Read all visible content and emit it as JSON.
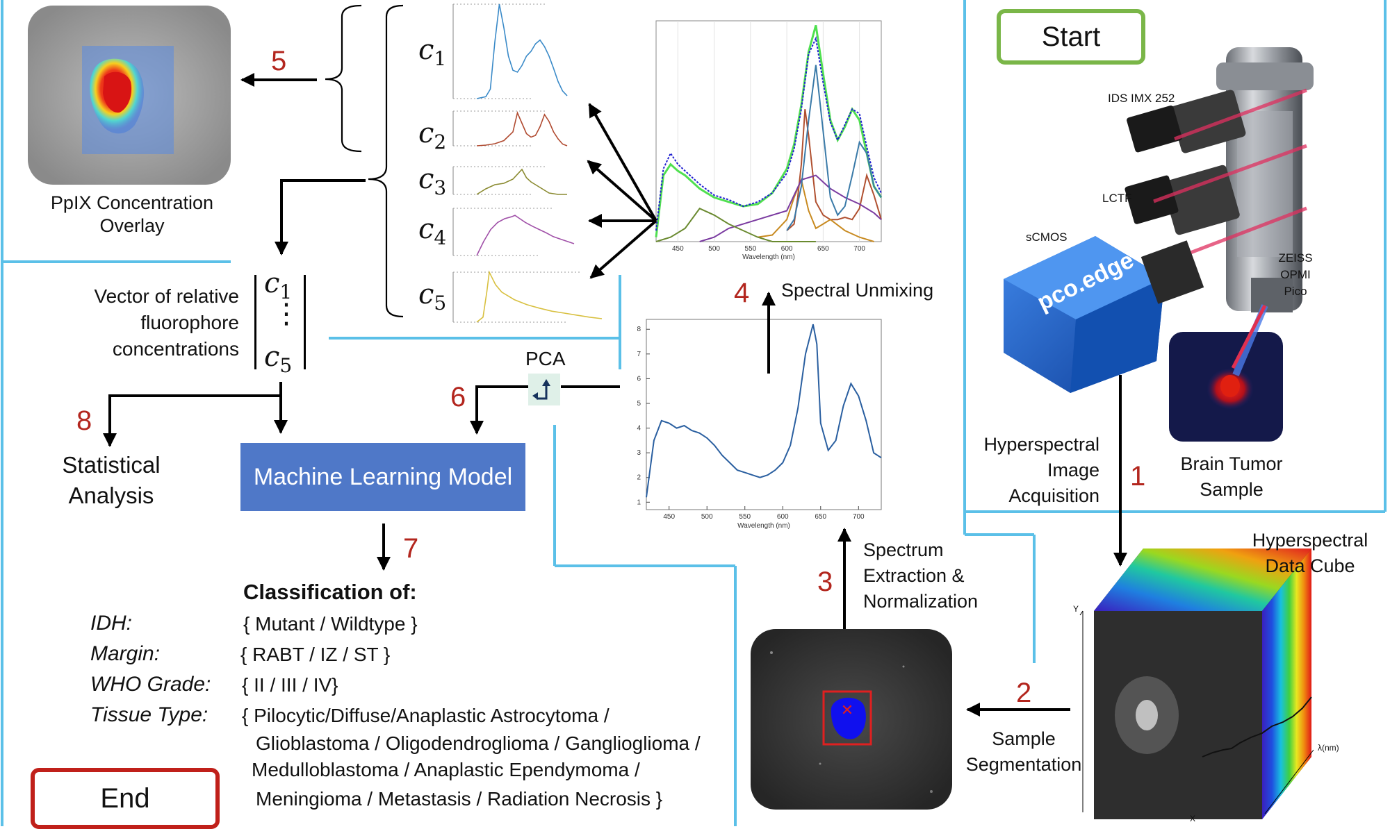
{
  "start_label": "Start",
  "end_label": "End",
  "ppix_overlay_label": [
    "PpIX Concentration",
    "Overlay"
  ],
  "camera_labels": {
    "ids": "IDS IMX 252",
    "lctf": "LCTF",
    "scmos": "sCMOS",
    "zeiss": [
      "ZEISS",
      "OPMI",
      "Pico"
    ]
  },
  "camera_brand": "pco.edge",
  "brain_sample_label": [
    "Brain Tumor",
    "Sample"
  ],
  "acquisition_label": [
    "Hyperspectral",
    "Image",
    "Acquisition"
  ],
  "data_cube_label": [
    "Hyperspectral",
    "Data Cube"
  ],
  "cube_axes": {
    "y": "Y",
    "x": "X",
    "lambda": "λ(nm)"
  },
  "segmentation_label": [
    "Sample",
    "Segmentation"
  ],
  "spectrum_extraction_label": [
    "Spectrum",
    "Extraction &",
    "Normalization"
  ],
  "spectral_unmixing_label": "Spectral Unmixing",
  "pca_label": "PCA",
  "vector_label": [
    "Vector of relative",
    "fluorophore",
    "concentrations"
  ],
  "statistical_analysis_label": [
    "Statistical",
    "Analysis"
  ],
  "ml_model_label": "Machine Learning Model",
  "classification_title": "Classification of:",
  "classification_rows": [
    {
      "key": "IDH:",
      "value": "{ Mutant / Wildtype }"
    },
    {
      "key": "Margin:",
      "value": "{ RABT / IZ / ST }"
    },
    {
      "key": "WHO Grade:",
      "value": "{ II / III / IV}"
    },
    {
      "key": "Tissue Type:",
      "value": "{ Pilocytic/Diffuse/Anaplastic Astrocytoma /"
    }
  ],
  "tissue_type_continuation": [
    "Glioblastoma / Oligodendroglioma / Ganglioglioma /",
    "Medulloblastoma / Anaplastic Ependymoma /",
    "Meningioma / Metastasis / Radiation Necrosis }"
  ],
  "step_numbers": [
    "1",
    "2",
    "3",
    "4",
    "5",
    "6",
    "7",
    "8"
  ],
  "component_labels": [
    "c",
    "c",
    "c",
    "c",
    "c"
  ],
  "component_subscripts": [
    "1",
    "2",
    "3",
    "4",
    "5"
  ],
  "vector_entries": {
    "top": "c",
    "top_sub": "1",
    "bottom": "c",
    "bottom_sub": "5",
    "dots": "⋮"
  },
  "colors": {
    "step_number": "#b3261e",
    "panel_divider": "#5bc0e8",
    "start_border": "#7ab648",
    "end_border": "#c0201a",
    "ml_box": "#4f78c8",
    "camera_blue": "#1a62c8"
  },
  "chart_data": [
    {
      "type": "line",
      "title": "",
      "xlabel": "Wavelength (nm)",
      "ylabel": "",
      "x_ticks": [
        450,
        500,
        550,
        600,
        650,
        700
      ],
      "y_ticks": [
        1,
        2,
        3,
        4,
        5,
        6,
        7,
        8
      ],
      "xlim": [
        420,
        730
      ],
      "ylim": [
        0.7,
        8.4
      ],
      "series": [
        {
          "x": [
            420,
            430,
            440,
            450,
            460,
            470,
            480,
            490,
            500,
            510,
            520,
            530,
            540,
            550,
            560,
            570,
            580,
            590,
            600,
            610,
            620,
            630,
            640,
            645,
            650,
            660,
            670,
            680,
            690,
            700,
            710,
            720,
            730
          ],
          "y": [
            1.2,
            3.5,
            4.3,
            4.2,
            4.0,
            4.1,
            3.9,
            3.8,
            3.6,
            3.3,
            2.9,
            2.6,
            2.3,
            2.2,
            2.1,
            2.0,
            2.1,
            2.3,
            2.6,
            3.3,
            4.8,
            7.0,
            8.2,
            7.4,
            4.2,
            3.1,
            3.5,
            4.9,
            5.8,
            5.3,
            4.3,
            3.0,
            2.8
          ]
        }
      ]
    },
    {
      "type": "line",
      "title": "",
      "xlabel": "Wavelength (nm)",
      "ylabel": "",
      "x_ticks": [
        450,
        500,
        550,
        600,
        650,
        700
      ],
      "xlim": [
        420,
        730
      ],
      "ylim": [
        0,
        1
      ],
      "series": [
        {
          "x": [
            420,
            430,
            440,
            450,
            460,
            480,
            500,
            520,
            540,
            560,
            580,
            600,
            610,
            620,
            630,
            640,
            650,
            660,
            670,
            680,
            690,
            700,
            710,
            720,
            730
          ],
          "y": [
            0.02,
            0.3,
            0.35,
            0.32,
            0.3,
            0.24,
            0.2,
            0.18,
            0.16,
            0.17,
            0.22,
            0.33,
            0.44,
            0.62,
            0.86,
            0.98,
            0.76,
            0.55,
            0.46,
            0.52,
            0.6,
            0.55,
            0.4,
            0.25,
            0.2
          ]
        },
        {
          "x": [
            420,
            430,
            440,
            450,
            460,
            480,
            500,
            520,
            540,
            560,
            580,
            600,
            610,
            620,
            630,
            640,
            650,
            660,
            670,
            680,
            690,
            700,
            710,
            720,
            730
          ],
          "y": [
            0.05,
            0.33,
            0.4,
            0.35,
            0.32,
            0.26,
            0.21,
            0.19,
            0.16,
            0.18,
            0.22,
            0.31,
            0.42,
            0.6,
            0.85,
            0.92,
            0.72,
            0.54,
            0.46,
            0.53,
            0.6,
            0.58,
            0.43,
            0.29,
            0.22
          ]
        },
        {
          "x": [
            600,
            610,
            615,
            620,
            625,
            630,
            640,
            650,
            660,
            670,
            680,
            690,
            700,
            710,
            720,
            730
          ],
          "y": [
            0.05,
            0.08,
            0.2,
            0.35,
            0.6,
            0.48,
            0.18,
            0.12,
            0.1,
            0.1,
            0.11,
            0.1,
            0.15,
            0.3,
            0.21,
            0.1
          ]
        },
        {
          "x": [
            560,
            580,
            600,
            610,
            620,
            630,
            640,
            650,
            660,
            680,
            700,
            720
          ],
          "y": [
            0.02,
            0.03,
            0.1,
            0.2,
            0.28,
            0.14,
            0.06,
            0.08,
            0.1,
            0.05,
            0.02,
            0.0
          ]
        },
        {
          "x": [
            480,
            500,
            520,
            540,
            560,
            580,
            600,
            620,
            640,
            660,
            680,
            700,
            720,
            730
          ],
          "y": [
            0.0,
            0.02,
            0.06,
            0.08,
            0.1,
            0.12,
            0.14,
            0.28,
            0.3,
            0.24,
            0.2,
            0.17,
            0.13,
            0.1
          ]
        },
        {
          "x": [
            420,
            440,
            460,
            480,
            500,
            520,
            540,
            560,
            580,
            600,
            620,
            640
          ],
          "y": [
            0.0,
            0.02,
            0.06,
            0.15,
            0.12,
            0.08,
            0.05,
            0.02,
            0.0,
            0.0,
            0.0,
            0.0
          ]
        }
      ]
    },
    {
      "type": "line",
      "series": [
        {
          "x": [
            0,
            10,
            15,
            20,
            25,
            30,
            35,
            40,
            45,
            50,
            55,
            60,
            65,
            70,
            75,
            80,
            85,
            90,
            95,
            100
          ],
          "y": [
            0.0,
            0.02,
            0.1,
            0.6,
            1.0,
            0.75,
            0.45,
            0.3,
            0.28,
            0.35,
            0.45,
            0.5,
            0.58,
            0.62,
            0.55,
            0.45,
            0.32,
            0.18,
            0.08,
            0.03
          ]
        }
      ]
    },
    {
      "type": "line",
      "series": [
        {
          "x": [
            0,
            10,
            20,
            30,
            40,
            45,
            50,
            55,
            60,
            65,
            70,
            75,
            80,
            85,
            90,
            95,
            100
          ],
          "y": [
            0.0,
            0.02,
            0.06,
            0.15,
            0.4,
            0.95,
            0.65,
            0.35,
            0.25,
            0.3,
            0.55,
            0.9,
            0.7,
            0.4,
            0.2,
            0.05,
            0.0
          ]
        }
      ]
    },
    {
      "type": "line",
      "series": [
        {
          "x": [
            0,
            10,
            20,
            30,
            40,
            50,
            55,
            60,
            65,
            70,
            80,
            90,
            100
          ],
          "y": [
            0.0,
            0.2,
            0.35,
            0.4,
            0.55,
            0.9,
            0.6,
            0.45,
            0.35,
            0.25,
            0.05,
            0.0,
            0.0
          ]
        }
      ]
    },
    {
      "type": "line",
      "series": [
        {
          "x": [
            0,
            10,
            20,
            30,
            40,
            50,
            55,
            60,
            70,
            80,
            90,
            100,
            110,
            120,
            130,
            140
          ],
          "y": [
            0.0,
            0.3,
            0.55,
            0.7,
            0.78,
            0.82,
            0.85,
            0.8,
            0.7,
            0.62,
            0.55,
            0.48,
            0.4,
            0.35,
            0.3,
            0.25
          ]
        }
      ]
    },
    {
      "type": "line",
      "series": [
        {
          "x": [
            0,
            5,
            8,
            10,
            12,
            15,
            20,
            30,
            40,
            50,
            60,
            70,
            80,
            90,
            100
          ],
          "y": [
            0.0,
            0.1,
            0.6,
            1.0,
            0.9,
            0.75,
            0.6,
            0.45,
            0.35,
            0.28,
            0.22,
            0.18,
            0.14,
            0.1,
            0.07
          ]
        }
      ]
    }
  ]
}
